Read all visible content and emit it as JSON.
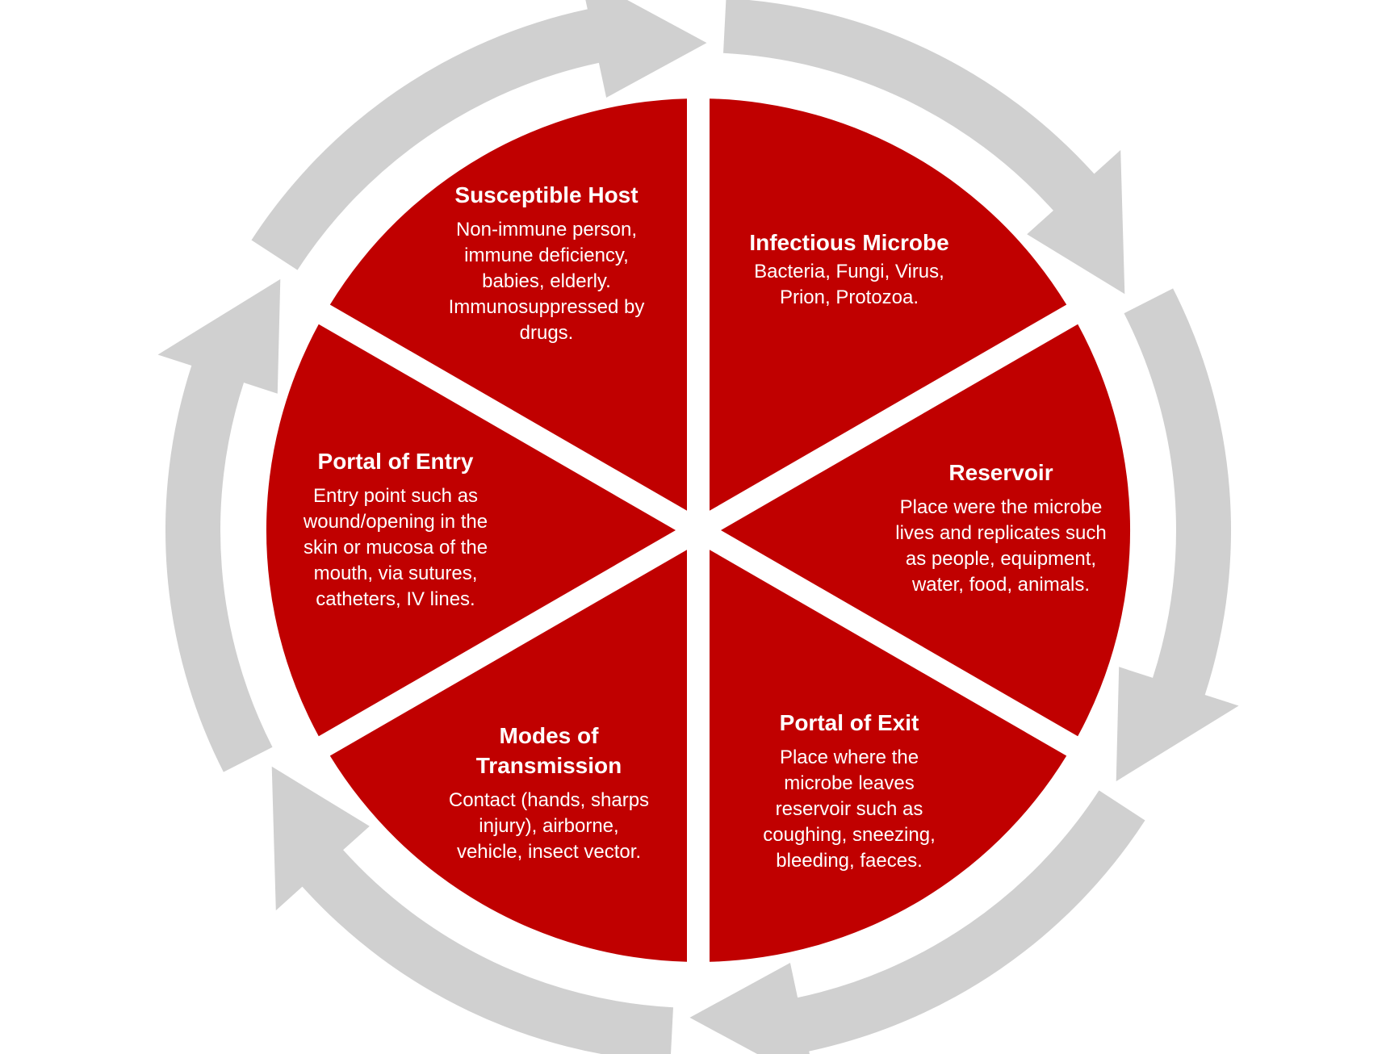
{
  "colors": {
    "segment_fill": "#c00000",
    "arrow_fill": "#d0d0d0",
    "text": "#ffffff",
    "background": "#ffffff"
  },
  "segments": [
    {
      "title": "Susceptible Host",
      "description": "Non-immune person,\nimmune deficiency,\nbabies, elderly.\nImmunosuppressed by\ndrugs."
    },
    {
      "title": "Infectious Microbe",
      "description": "Bacteria, Fungi, Virus,\nPrion, Protozoa."
    },
    {
      "title": "Reservoir",
      "description": "Place were the microbe\nlives and replicates such\nas people, equipment,\nwater, food, animals."
    },
    {
      "title": "Portal of Exit",
      "description": "Place where the\nmicrobe leaves\nreservoir such as\ncoughing, sneezing,\nbleeding, faeces."
    },
    {
      "title": "Modes of\nTransmission",
      "description": "Contact (hands, sharps\ninjury), airborne,\nvehicle, insect vector."
    },
    {
      "title": "Portal of Entry",
      "description": "Entry point such as\nwound/opening in the\nskin or mucosa of the\nmouth, via sutures,\ncatheters, IV lines."
    }
  ]
}
